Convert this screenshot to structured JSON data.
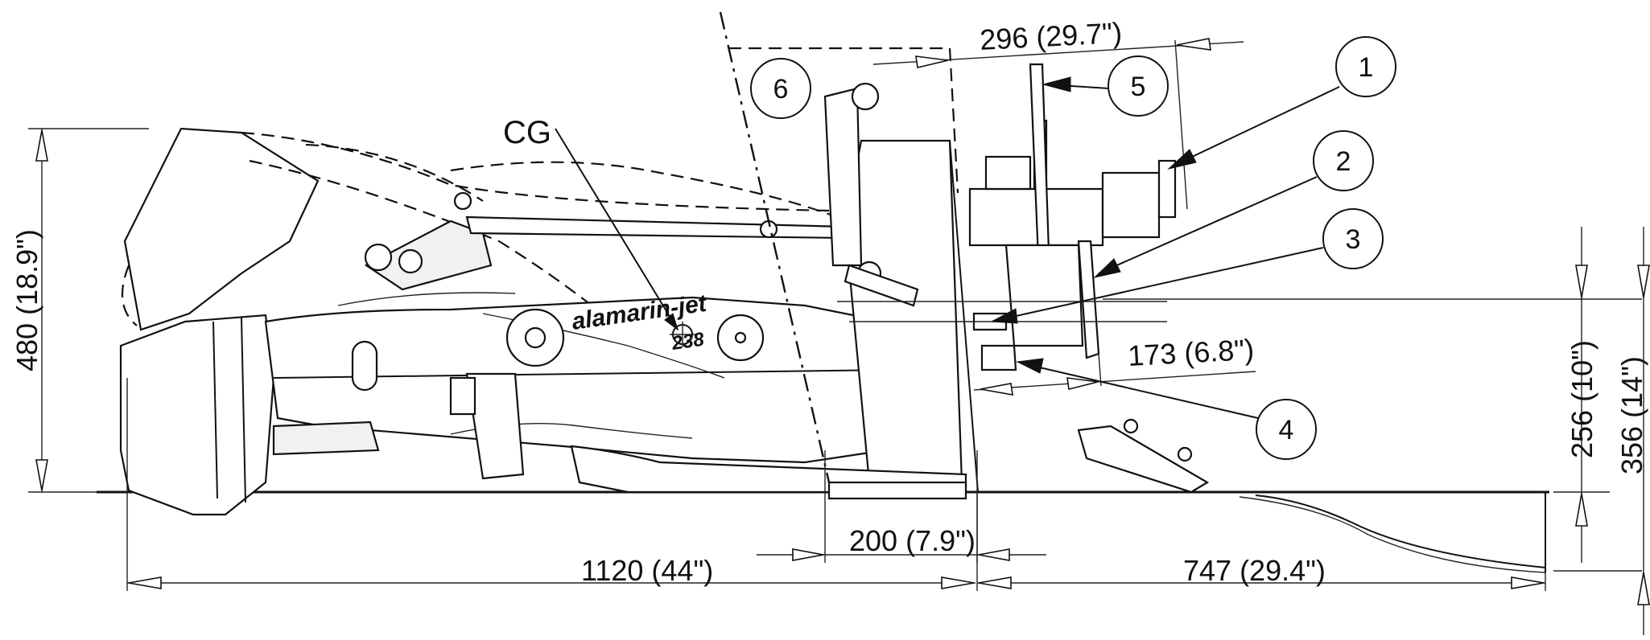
{
  "dimensions": {
    "total_length": "1120 (44\")",
    "tail_length": "747 (29.4\")",
    "mid_offset": "200 (7.9\")",
    "height_overall": "480 (18.9\")",
    "top_offset": "296 (29.7\")",
    "flange_offset": "173 (6.8\")",
    "shaft_height": "256 (10\")",
    "bottom_height": "356 (14\")"
  },
  "labels": {
    "center_of_gravity": "CG",
    "brand": "alamarin-jet",
    "model": "238"
  },
  "callouts": [
    "1",
    "2",
    "3",
    "4",
    "5",
    "6"
  ]
}
